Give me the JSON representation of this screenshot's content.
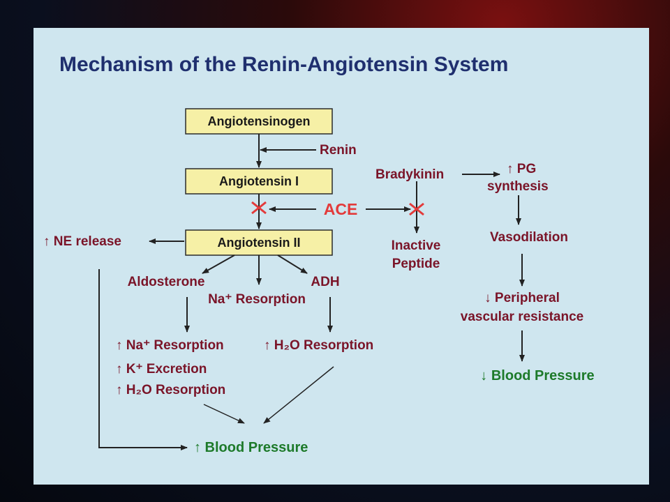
{
  "title": "Mechanism of the Renin-Angiotensin System",
  "nodes": {
    "angiotensinogen": "Angiotensinogen",
    "renin": "Renin",
    "angiotensin_1": "Angiotensin I",
    "ace": "ACE",
    "angiotensin_2": "Angiotensin II",
    "ne_release": "↑ NE release",
    "aldosterone": "Aldosterone",
    "na_resorption": "Na⁺ Resorption",
    "adh": "ADH",
    "aldo_effect_1": "↑ Na⁺ Resorption",
    "aldo_effect_2": "↑ K⁺ Excretion",
    "aldo_effect_3": "↑ H₂O Resorption",
    "adh_effect": "↑ H₂O Resorption",
    "bp_up": "↑ Blood Pressure",
    "bradykinin": "Bradykinin",
    "pg_synthesis": "↑ PG synthesis",
    "inactive_peptide": "Inactive Peptide",
    "vasodilation": "Vasodilation",
    "peripheral_resistance": "↓ Peripheral vascular resistance",
    "bp_down": "↓ Blood Pressure"
  },
  "colors": {
    "background": "#cfe6ef",
    "title": "#1f2f6e",
    "box_fill": "#f6f0a6",
    "effect_text": "#7a1428",
    "ace_text": "#e33a3a",
    "outcome_text": "#1d7a2a"
  }
}
